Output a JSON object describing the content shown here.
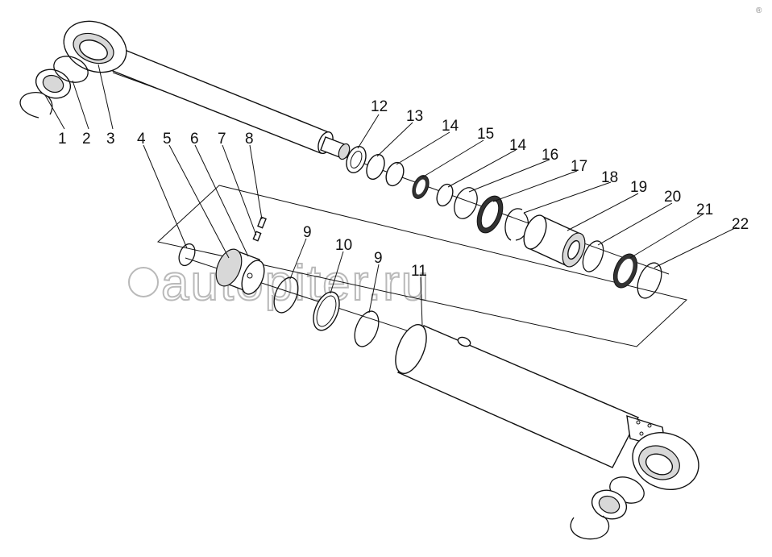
{
  "watermark": "autopiter.ru",
  "corner_mark": "®",
  "callouts": [
    "1",
    "2",
    "3",
    "4",
    "5",
    "6",
    "7",
    "8",
    "9",
    "10",
    "9",
    "11",
    "12",
    "13",
    "14",
    "15",
    "14",
    "16",
    "17",
    "18",
    "19",
    "20",
    "21",
    "22"
  ]
}
